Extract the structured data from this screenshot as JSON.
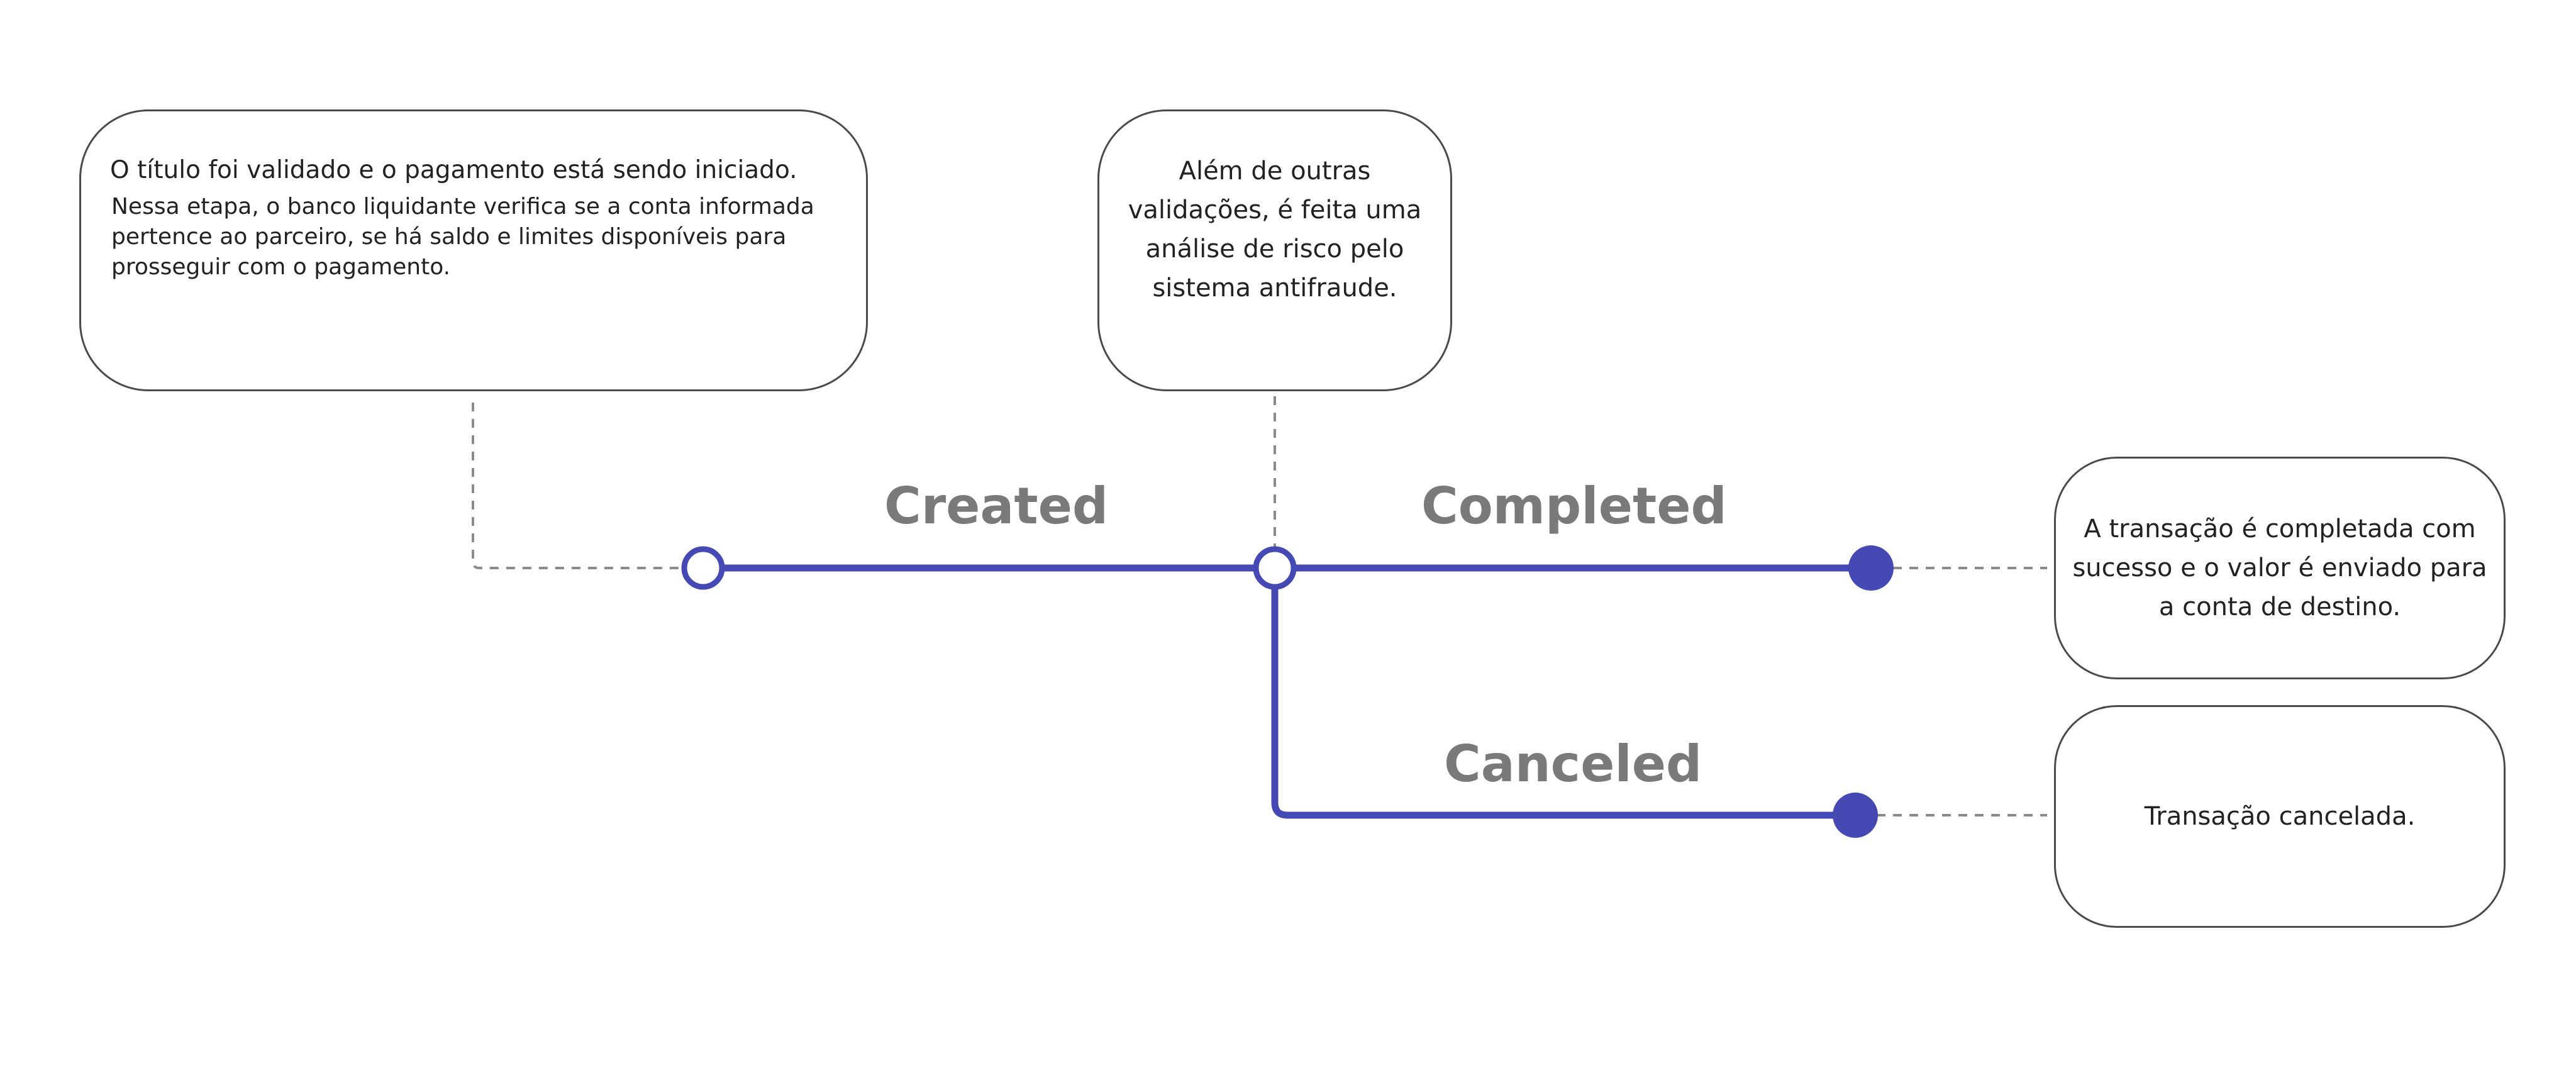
{
  "colors": {
    "line": "#4549b3",
    "dash": "#8a8a8a",
    "label": "#7a7a7a",
    "box_border": "#4a4a4a"
  },
  "boxes": {
    "validated": {
      "title": "O título foi validado e o pagamento está sendo iniciado.",
      "description": "Nessa etapa, o banco liquidante verifica se a conta informada pertence ao parceiro, se há saldo e limites disponíveis para prosseguir com o pagamento."
    },
    "risk": {
      "description": "Além de outras validações, é feita uma análise de risco pelo sistema antifraude."
    },
    "completed": {
      "description": "A transação é completada com sucesso e o valor é enviado para a conta de destino."
    },
    "canceled": {
      "description": "Transação cancelada."
    }
  },
  "stages": {
    "created": "Created",
    "completed": "Completed",
    "canceled": "Canceled"
  }
}
